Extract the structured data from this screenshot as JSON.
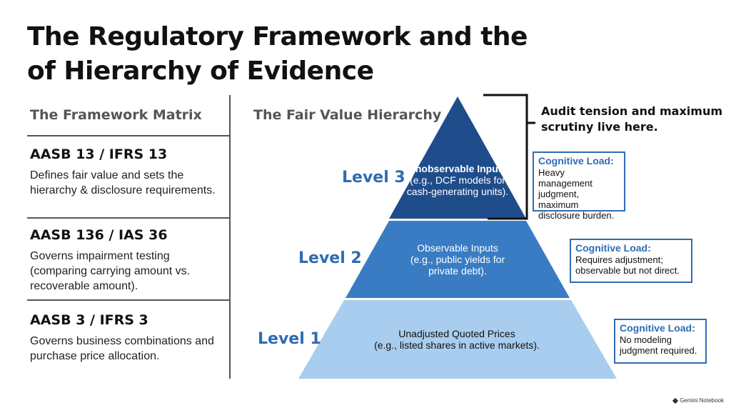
{
  "title": {
    "line1": "The Regulatory Framework and the",
    "line2": "of Hierarchy of Evidence"
  },
  "matrix": {
    "heading": "The Framework Matrix",
    "standards": [
      {
        "name": "AASB 13 / IFRS 13",
        "description": "Defines fair value and sets the hierarchy & disclosure requirements."
      },
      {
        "name": "AASB 136 / IAS 36",
        "description": "Governs impairment testing (comparing carrying amount vs. recoverable amount)."
      },
      {
        "name": "AASB 3 / IFRS 3",
        "description": "Governs business combinations and purchase price allocation."
      }
    ]
  },
  "hierarchy": {
    "heading": "The Fair Value Hierarchy",
    "levels": [
      {
        "label": "Level 3",
        "name": "Unobservable Inputs",
        "example": "(e.g., DCF models for cash-generating units).",
        "color": "#1f4d8c",
        "cognitive_heading": "Cognitive Load:",
        "cognitive_text": "Heavy management judgment, maximum disclosure burden."
      },
      {
        "label": "Level 2",
        "name": "Observable Inputs",
        "example": "(e.g., public yields for private debt).",
        "color": "#3a7cc4",
        "cognitive_heading": "Cognitive Load:",
        "cognitive_text": "Requires adjustment; observable but not direct."
      },
      {
        "label": "Level 1",
        "name": "Unadjusted Quoted Prices",
        "example": "(e.g., listed shares in active markets).",
        "color": "#a9cdee",
        "cognitive_heading": "Cognitive Load:",
        "cognitive_text": "No modeling judgment required."
      }
    ],
    "audit_note": "Audit tension and maximum scrutiny live here."
  },
  "watermark": "Gemini Notebook",
  "colors": {
    "accent": "#2e6cb3",
    "divider": "#555555"
  }
}
